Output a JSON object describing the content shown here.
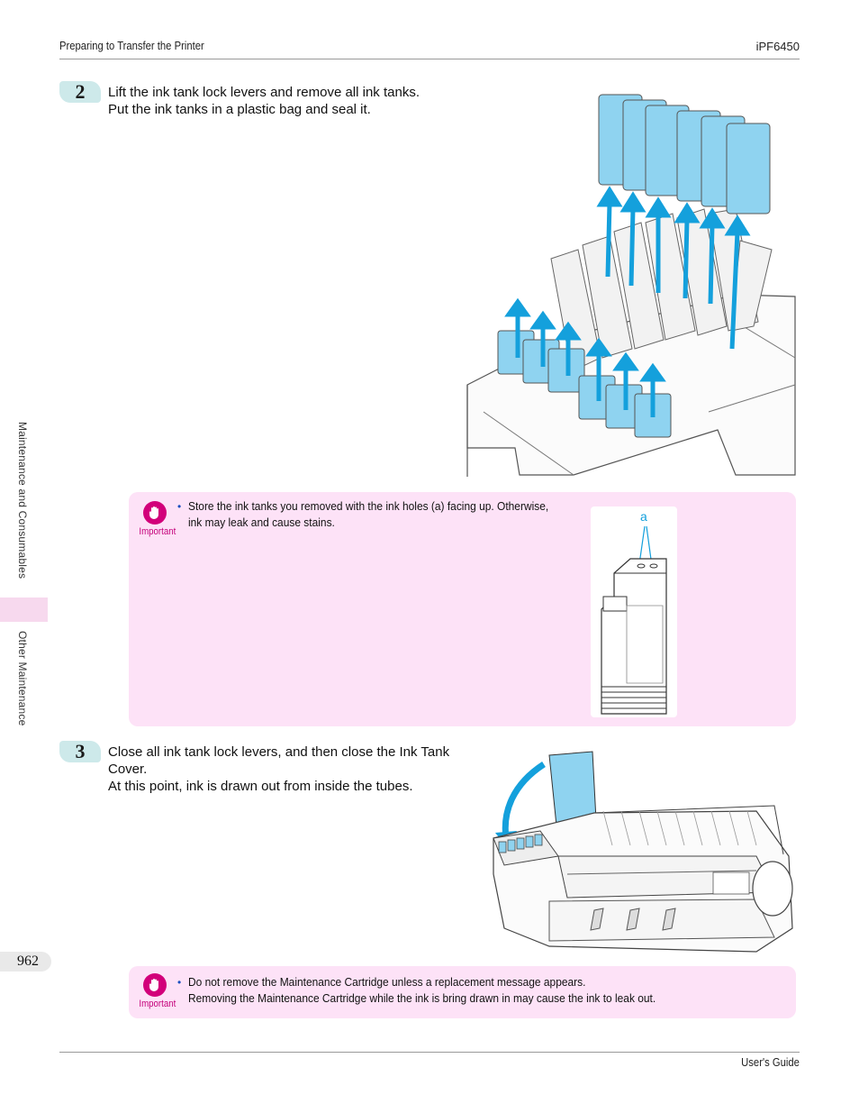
{
  "header": {
    "section": "Preparing to Transfer the Printer",
    "model": "iPF6450"
  },
  "sidebar": {
    "chapter": "Maintenance and Consumables",
    "subsection": "Other Maintenance"
  },
  "steps": [
    {
      "number": "2",
      "lines": [
        "Lift the ink tank lock levers and remove all ink tanks.",
        "Put the ink tanks in a plastic bag and seal it."
      ],
      "illustration": "ink-tanks-removal-illustration"
    },
    {
      "number": "3",
      "lines": [
        "Close all ink tank lock levers, and then close the Ink Tank",
        "Cover.",
        "At this point, ink is drawn out from inside the tubes."
      ],
      "illustration": "close-ink-tank-cover-illustration"
    }
  ],
  "important_notes": [
    {
      "label": "Important",
      "lines": [
        "Store the ink tanks you removed with the ink holes (a) facing up. Otherwise,",
        "ink may leak and cause stains."
      ],
      "figure_callout": "a"
    },
    {
      "label": "Important",
      "lines": [
        "Do not remove the Maintenance Cartridge unless a replacement message appears.",
        "Removing the Maintenance Cartridge while the ink is bring drawn in may cause the ink to leak out."
      ]
    }
  ],
  "footer": {
    "page_number": "962",
    "guide": "User's Guide"
  },
  "colors": {
    "tank_blue": "#8fd3f0",
    "arrow_blue": "#14a0dc",
    "important_pink": "#fde2f7",
    "step_badge": "#cde9ea"
  }
}
